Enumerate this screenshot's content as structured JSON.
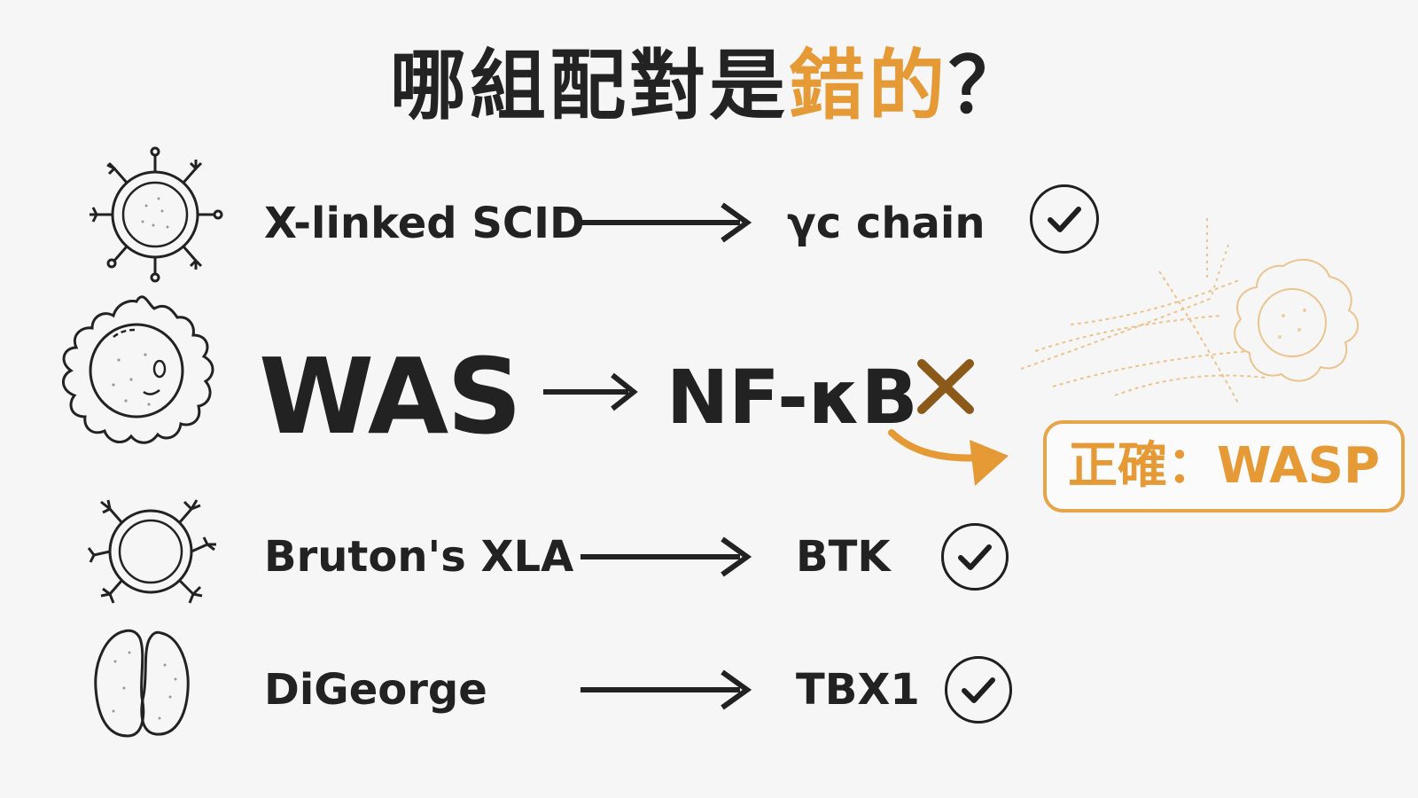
{
  "title": {
    "part1": "哪組配對是",
    "accent": "錯的",
    "part2": "？"
  },
  "rows": [
    {
      "disease": "X-linked SCID",
      "gene": "γc chain",
      "status_icon": "check-circle"
    },
    {
      "disease": "WAS",
      "gene": "NF-κB",
      "status_icon": "x-mark"
    },
    {
      "disease": "Bruton's XLA",
      "gene": "BTK",
      "status_icon": "check-circle"
    },
    {
      "disease": "DiGeorge",
      "gene": "TBX1",
      "status_icon": "check-circle"
    }
  ],
  "correction": {
    "text": "正確：WASP",
    "color": "#e59a35"
  },
  "colors": {
    "ink": "#1f1f1f",
    "accent": "#e59a35",
    "wrong_mark": "#8b5a1a"
  }
}
